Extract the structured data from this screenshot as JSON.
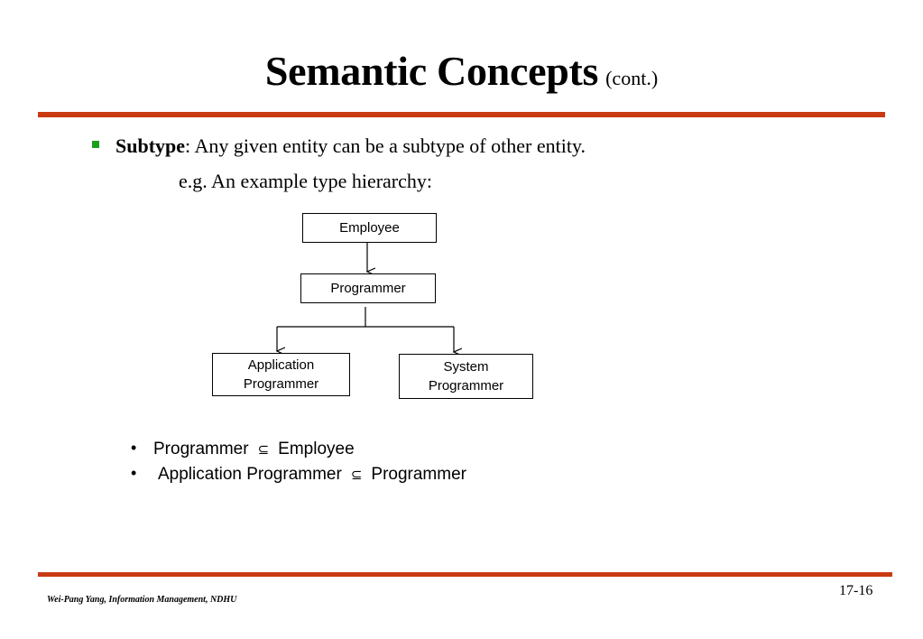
{
  "title": {
    "main": "Semantic Concepts",
    "suffix": "(cont.)"
  },
  "content": {
    "subtype_term": "Subtype",
    "subtype_definition": ": Any given entity can be a subtype of other entity.",
    "example_intro": "e.g. An example type hierarchy:"
  },
  "diagram": {
    "nodes": {
      "employee": "Employee",
      "programmer": "Programmer",
      "application_programmer": [
        "Application",
        "Programmer"
      ],
      "system_programmer": [
        "System",
        "Programmer"
      ]
    }
  },
  "subset_relations": [
    {
      "bullet": "•",
      "left": "Programmer",
      "operator": "⊆",
      "right": "Employee"
    },
    {
      "bullet": "•",
      "left": "Application Programmer",
      "operator": "⊆",
      "right": "Programmer"
    }
  ],
  "footer": {
    "author": "Wei-Pang Yang, Information Management, NDHU",
    "page": "17-16"
  },
  "colors": {
    "rule": "#c93a12",
    "bullet": "#1aa01a"
  }
}
